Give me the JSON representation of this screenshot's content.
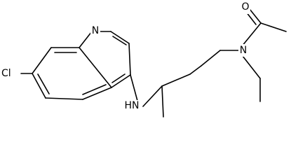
{
  "atom_labels": {
    "ring_nitrogen": "N",
    "chlorine": "Cl",
    "amine": "HN",
    "amide_nitrogen": "N",
    "carbonyl_oxygen": "O"
  },
  "colors": {
    "bond": "#000000",
    "background": "#ffffff"
  }
}
